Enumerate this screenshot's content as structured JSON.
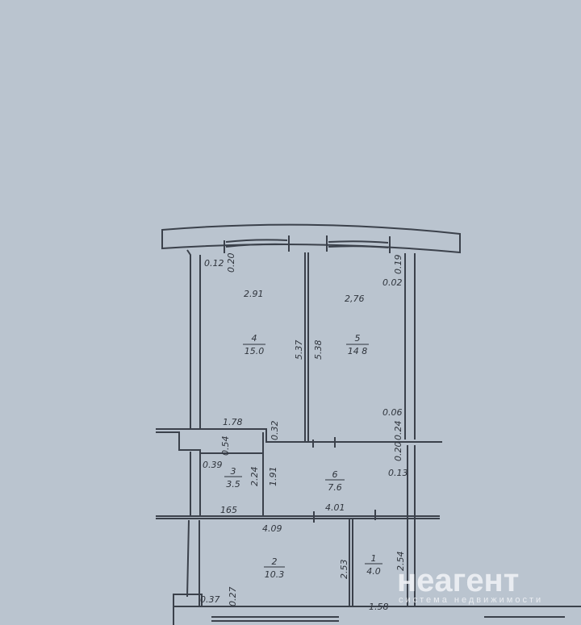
{
  "rooms": [
    {
      "number": "1",
      "area": "4.0"
    },
    {
      "number": "2",
      "area": "10.3"
    },
    {
      "number": "3",
      "area": "3.5"
    },
    {
      "number": "4",
      "area": "15.0"
    },
    {
      "number": "5",
      "area": "14 8"
    },
    {
      "number": "6",
      "area": "7.6"
    }
  ],
  "dimensions": {
    "d0_12": "0.12",
    "d0_20a": "0.20",
    "d2_91": "2.91",
    "d2_76": "2,76",
    "d0_19": "0.19",
    "d0_02": "0.02",
    "d5_37": "5.37",
    "d5_38": "5.38",
    "d0_06": "0.06",
    "d0_24a": "0.24",
    "d1_78": "1.78",
    "d0_32": "0.32",
    "d0_54": "0.54",
    "d0_39": "0.39",
    "d2_24": "2.24",
    "d1_91": "1.91",
    "d0_20b": "0.20",
    "d0_13": "0.13",
    "d1_65": "165",
    "d4_01": "4.01",
    "d4_09": "4.09",
    "d2_53": "2.53",
    "d2_54": "2.54",
    "d0_37": "0.37",
    "d0_27": "0.27",
    "d1_58": "1.58"
  },
  "watermark": {
    "brand": "неагент",
    "tagline": "система недвижимости"
  }
}
